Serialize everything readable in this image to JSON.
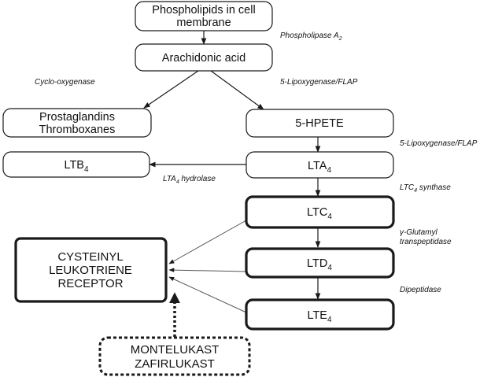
{
  "nodes": {
    "phospholipids": {
      "line1": "Phospholipids in cell",
      "line2": "membrane"
    },
    "arachidonic": {
      "label": "Arachidonic acid"
    },
    "prostaglandins": {
      "line1": "Prostaglandins",
      "line2": "Thromboxanes"
    },
    "hpete": {
      "label": "5-HPETE"
    },
    "ltb4": {
      "base": "LTB",
      "sub": "4"
    },
    "lta4": {
      "base": "LTA",
      "sub": "4"
    },
    "ltc4": {
      "base": "LTC",
      "sub": "4"
    },
    "ltd4": {
      "base": "LTD",
      "sub": "4"
    },
    "lte4": {
      "base": "LTE",
      "sub": "4"
    },
    "receptor": {
      "line1": "CYSTEINYL",
      "line2": "LEUKOTRIENE",
      "line3": "RECEPTOR"
    },
    "drugs": {
      "line1": "MONTELUKAST",
      "line2": "ZAFIRLUKAST"
    }
  },
  "enzymes": {
    "phospholipase": {
      "base": "Phospholipase A",
      "sub": "2"
    },
    "cyclooxygenase": {
      "label": "Cyclo-oxygenase"
    },
    "lipoxygenase_flap_1": {
      "label": "5-Lipoxygenase/FLAP"
    },
    "lipoxygenase_flap_2": {
      "label": "5-Lipoxygenase/FLAP"
    },
    "lta4_hydrolase": {
      "base": "LTA",
      "sub": "4",
      "rest": " hydrolase"
    },
    "ltc4_synthase": {
      "base": "LTC",
      "sub": "4",
      "rest": " synthase"
    },
    "gamma_glutamyl": {
      "line1": "γ-Glutamyl",
      "line2": "transpeptidase"
    },
    "dipeptidase": {
      "label": "Dipeptidase"
    }
  }
}
